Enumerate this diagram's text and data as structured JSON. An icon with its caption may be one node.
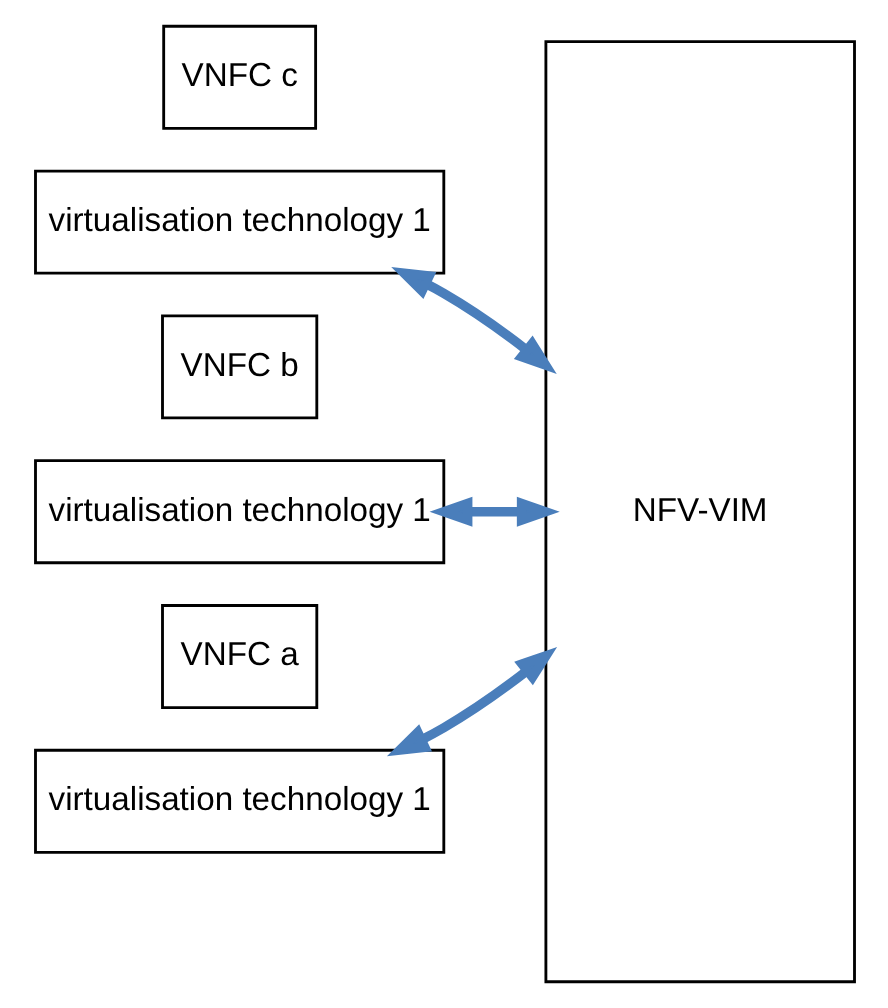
{
  "diagram": {
    "nodes": [
      {
        "text": [
          "VNFC c"
        ]
      },
      {
        "text": [
          "virtualisation technology 1"
        ]
      },
      {
        "text": [
          "VNFC b"
        ]
      },
      {
        "text": [
          "virtualisation technology 1"
        ]
      },
      {
        "text": [
          "VNFC a"
        ]
      },
      {
        "text": [
          "virtualisation technology 1"
        ]
      },
      {
        "text": [
          "NFV-VIM"
        ]
      }
    ],
    "edges": [
      {
        "from": 1,
        "to": 6,
        "arrow": "both"
      },
      {
        "from": 3,
        "to": 6,
        "arrow": "both"
      },
      {
        "from": 5,
        "to": 6,
        "arrow": "both"
      }
    ]
  }
}
